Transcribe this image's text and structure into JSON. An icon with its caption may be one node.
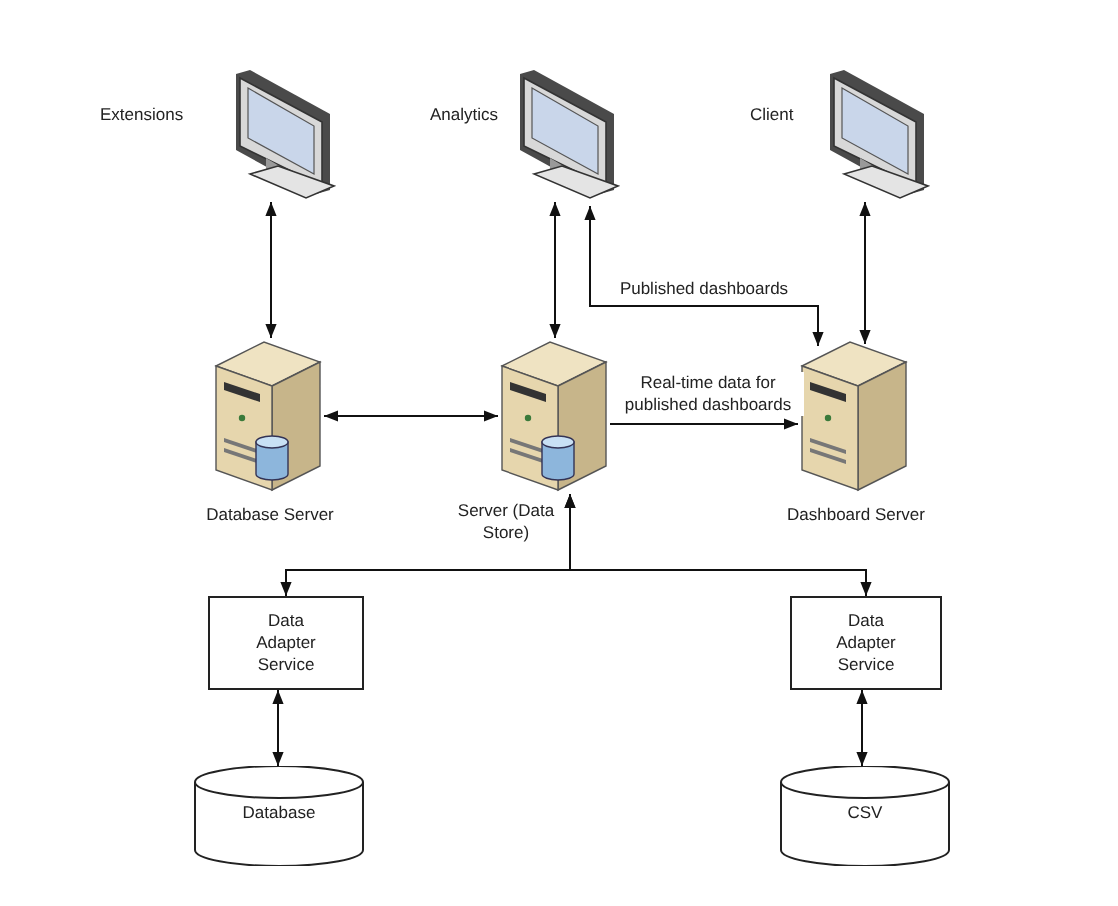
{
  "diagram": {
    "nodes": [
      {
        "text": [
          "Extensions"
        ]
      },
      {
        "text": [
          "Analytics"
        ]
      },
      {
        "text": [
          "Client"
        ]
      },
      {
        "text": [
          "Database Server"
        ]
      },
      {
        "text": [
          "Server (Data Store)"
        ]
      },
      {
        "text": [
          "Dashboard Server"
        ]
      },
      {
        "text": [
          "Data Adapter Service"
        ]
      },
      {
        "text": [
          "Data Adapter Service"
        ]
      },
      {
        "text": [
          "Database"
        ]
      },
      {
        "text": [
          "CSV"
        ]
      }
    ],
    "edges": [
      {
        "from": 0,
        "to": 3,
        "arrow": "both"
      },
      {
        "from": 1,
        "to": 4,
        "arrow": "both"
      },
      {
        "from": 2,
        "to": 5,
        "arrow": "both"
      },
      {
        "from": 5,
        "to": 1,
        "arrow": "both",
        "label": "Published dashboards"
      },
      {
        "from": 3,
        "to": 4,
        "arrow": "both"
      },
      {
        "from": 4,
        "to": 5,
        "arrow": "to",
        "label": "Real-time data for published dashboards"
      },
      {
        "from": 4,
        "to": 6,
        "arrow": "both"
      },
      {
        "from": 4,
        "to": 7,
        "arrow": "both"
      },
      {
        "from": 6,
        "to": 8,
        "arrow": "both"
      },
      {
        "from": 7,
        "to": 9,
        "arrow": "both"
      }
    ]
  }
}
